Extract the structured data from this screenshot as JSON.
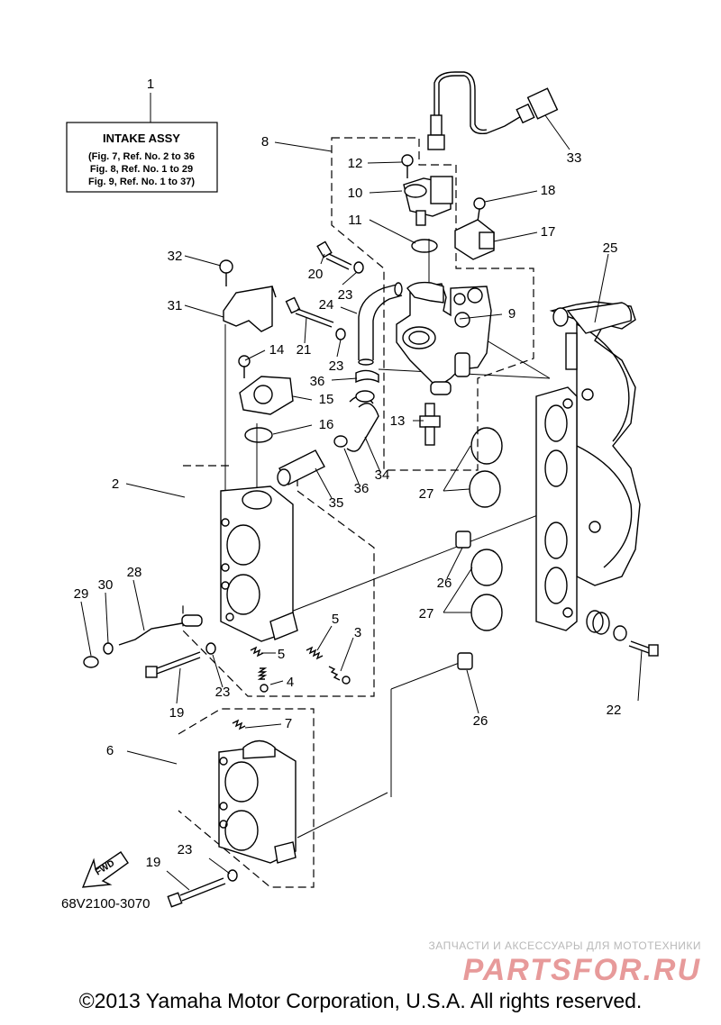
{
  "title_box": {
    "heading": "INTAKE ASSY",
    "lines": [
      "(Fig. 7, Ref. No. 2 to 36",
      "Fig. 8, Ref. No. 1 to 29",
      "Fig. 9, Ref. No. 1 to 37)"
    ]
  },
  "fwd_label": "FWD",
  "diagram_code": "68V2100-3070",
  "callouts": [
    "1",
    "2",
    "3",
    "4",
    "5",
    "5",
    "6",
    "7",
    "8",
    "9",
    "10",
    "11",
    "12",
    "13",
    "14",
    "15",
    "16",
    "17",
    "18",
    "19",
    "19",
    "20",
    "21",
    "22",
    "23",
    "23",
    "23",
    "23",
    "24",
    "25",
    "26",
    "26",
    "27",
    "27",
    "28",
    "29",
    "30",
    "31",
    "32",
    "33",
    "34",
    "35",
    "36",
    "36"
  ],
  "watermark": {
    "caption": "ЗАПЧАСТИ И АКСЕССУАРЫ ДЛЯ МОТОТЕХНИКИ",
    "logo": "PARTSFOR.RU"
  },
  "copyright": "©2013 Yamaha Motor Corporation, U.S.A. All rights reserved."
}
